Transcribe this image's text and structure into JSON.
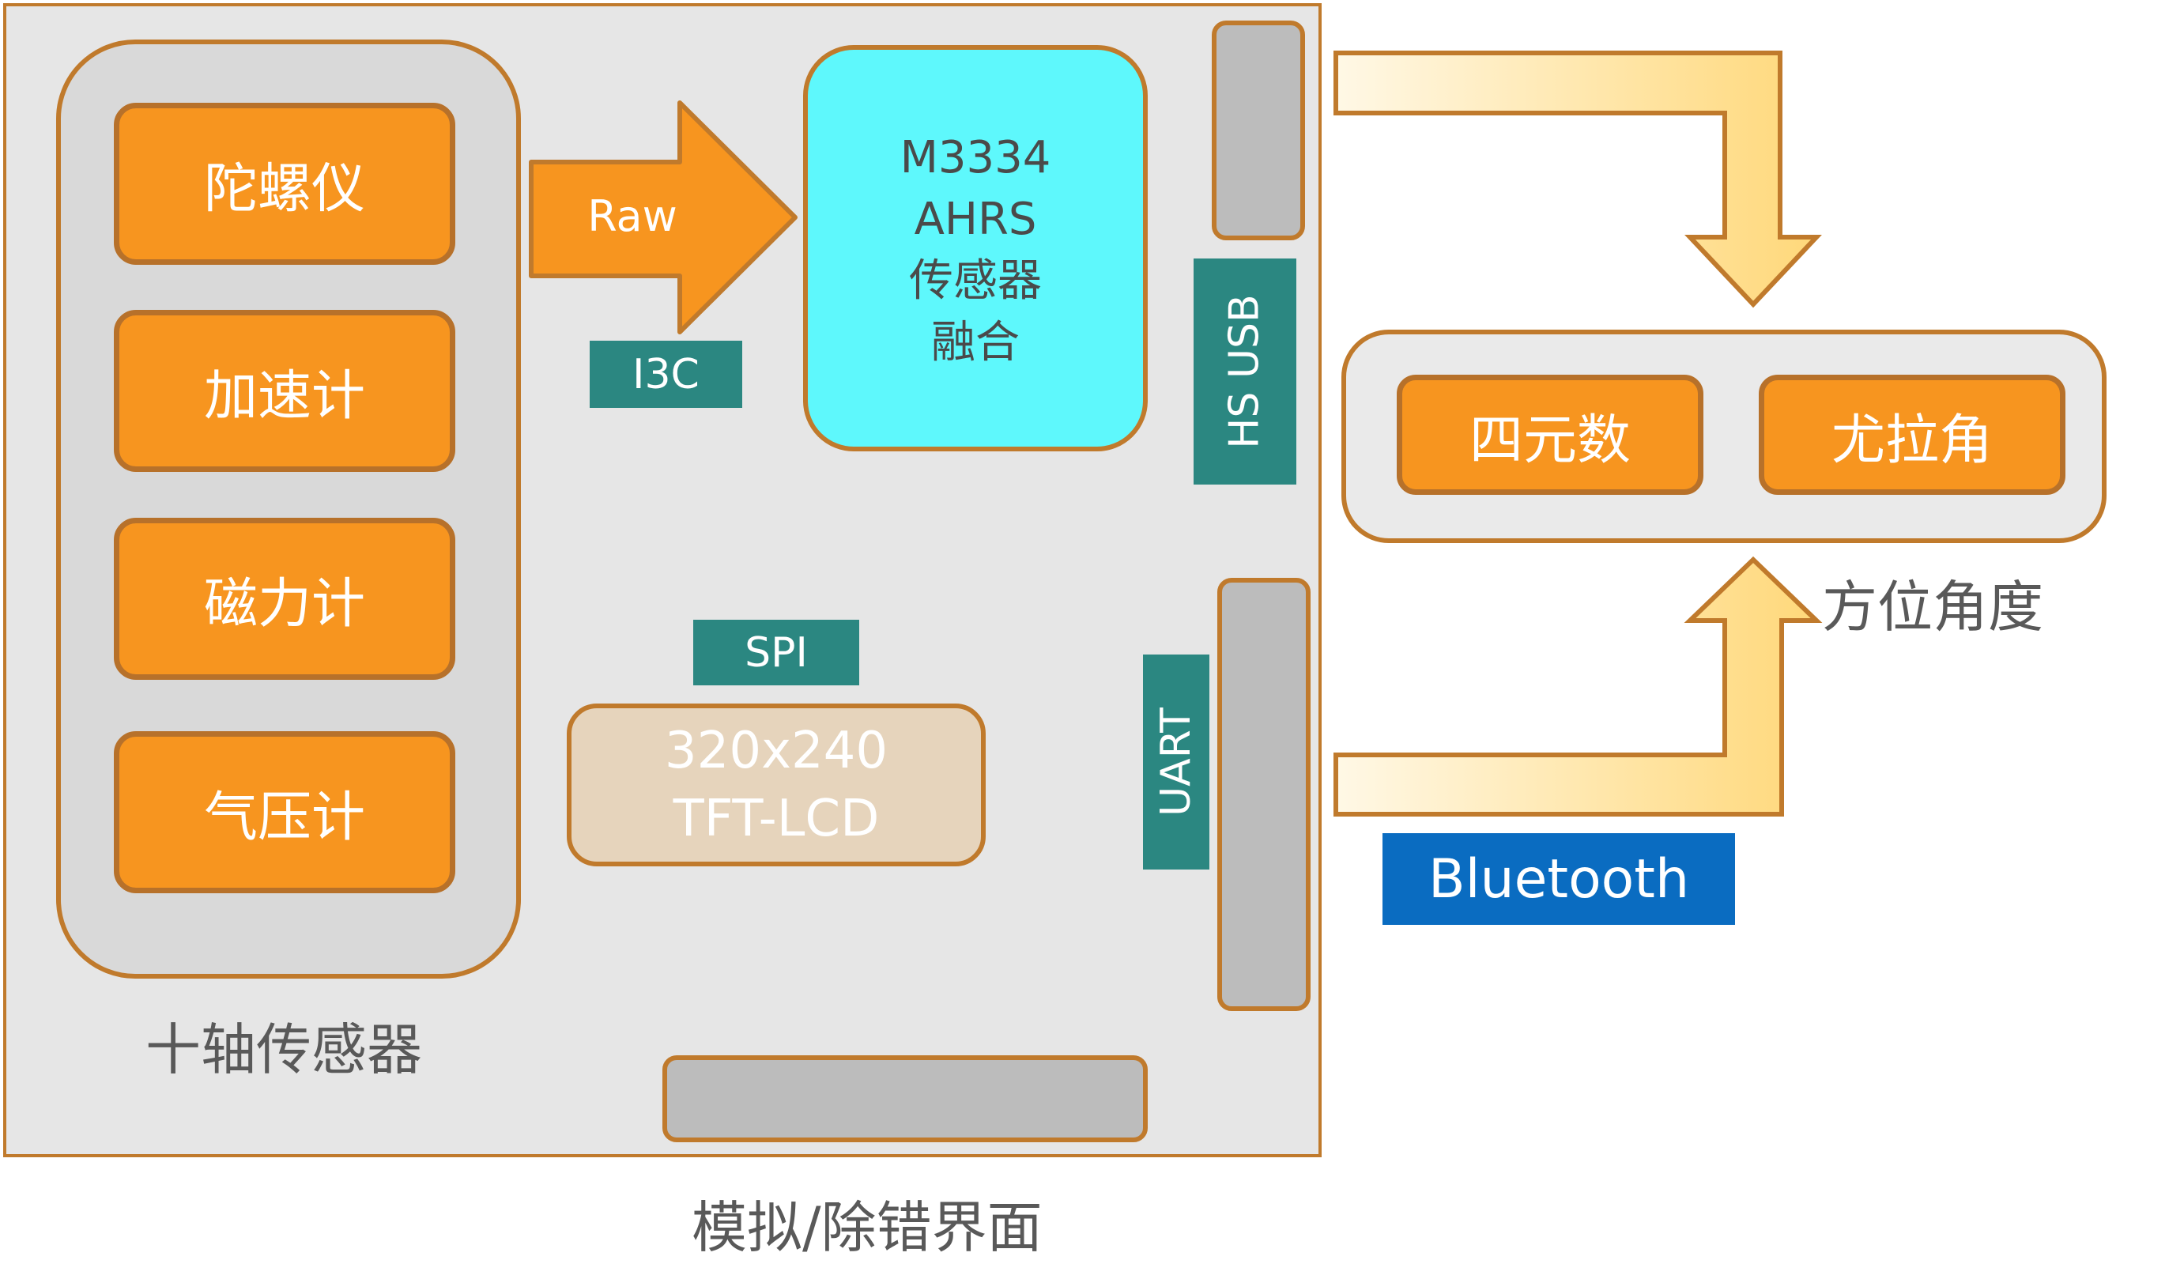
{
  "sensor_group": {
    "label": "十轴传感器",
    "items": [
      "陀螺仪",
      "加速计",
      "磁力计",
      "气压计"
    ]
  },
  "raw_arrow": {
    "label": "Raw"
  },
  "i3c_tag": "I3C",
  "fusion": {
    "lines": [
      "M3334",
      "AHRS",
      "传感器",
      "融合"
    ]
  },
  "spi_tag": "SPI",
  "lcd": {
    "lines": [
      "320x240",
      "TFT-LCD"
    ]
  },
  "hs_usb_tag": "HS USB",
  "uart_tag": "UART",
  "board_label": "模拟/除错界面",
  "output": {
    "items": [
      "四元数",
      "尤拉角"
    ],
    "label": "方位角度"
  },
  "bluetooth_tag": "Bluetooth",
  "colors": {
    "orange": "#f7951f",
    "border": "#c07a2c",
    "cyan": "#5ef8fc",
    "teal": "#2b8781",
    "blue": "#0a6cc1",
    "board": "#e6e6e6"
  }
}
